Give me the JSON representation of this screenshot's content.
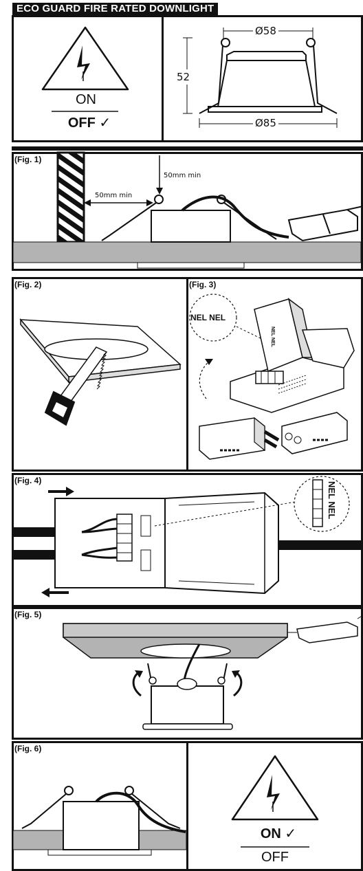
{
  "header": {
    "title": "ECO GUARD FIRE RATED DOWNLIGHT"
  },
  "top_panel": {
    "on_label": "ON",
    "off_label": "OFF",
    "check_mark": "✓",
    "dim_diameter_top": "Ø58",
    "dim_height": "52",
    "dim_diameter_bottom": "Ø85"
  },
  "figures": {
    "fig1": {
      "label": "(Fig. 1)",
      "clearance_side": "50mm min",
      "clearance_top": "50mm min"
    },
    "fig2": {
      "label": "(Fig. 2)"
    },
    "fig3": {
      "label": "(Fig. 3)",
      "terminal_callout": "NEL NEL",
      "terminal_lid_text": "NEL NEL"
    },
    "fig4": {
      "label": "(Fig. 4)",
      "terminal_callout": "NEL NEL"
    },
    "fig5": {
      "label": "(Fig. 5)"
    },
    "fig6": {
      "label": "(Fig. 6)"
    }
  },
  "bottom_panel": {
    "on_label": "ON",
    "off_label": "OFF",
    "check_mark": "✓"
  },
  "colors": {
    "ink": "#111111",
    "ceiling_grey": "#b3b3b3",
    "light_grey": "#d9d9d9"
  }
}
